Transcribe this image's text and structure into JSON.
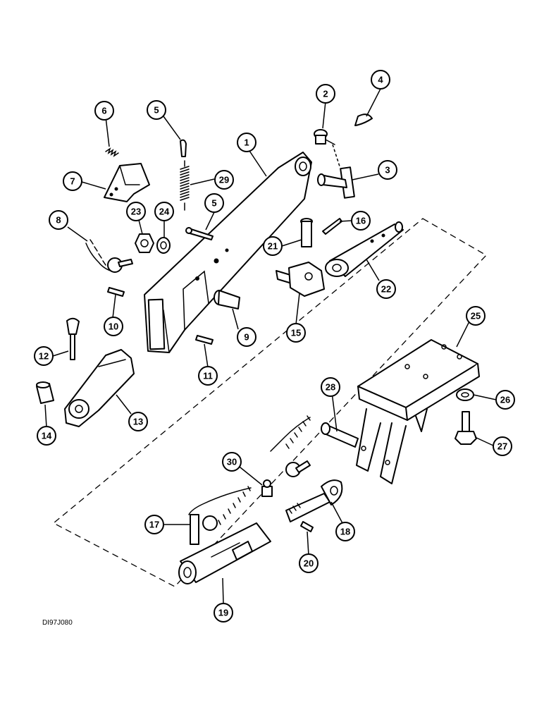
{
  "drawing_code": "DI97J080",
  "callouts": [
    {
      "id": "c1",
      "label": "1"
    },
    {
      "id": "c2",
      "label": "2"
    },
    {
      "id": "c3",
      "label": "3"
    },
    {
      "id": "c4",
      "label": "4"
    },
    {
      "id": "c5a",
      "label": "5"
    },
    {
      "id": "c5b",
      "label": "5"
    },
    {
      "id": "c6",
      "label": "6"
    },
    {
      "id": "c7",
      "label": "7"
    },
    {
      "id": "c8",
      "label": "8"
    },
    {
      "id": "c9",
      "label": "9"
    },
    {
      "id": "c10",
      "label": "10"
    },
    {
      "id": "c11",
      "label": "11"
    },
    {
      "id": "c12",
      "label": "12"
    },
    {
      "id": "c13",
      "label": "13"
    },
    {
      "id": "c14",
      "label": "14"
    },
    {
      "id": "c15",
      "label": "15"
    },
    {
      "id": "c16",
      "label": "16"
    },
    {
      "id": "c17",
      "label": "17"
    },
    {
      "id": "c18",
      "label": "18"
    },
    {
      "id": "c19",
      "label": "19"
    },
    {
      "id": "c20",
      "label": "20"
    },
    {
      "id": "c21",
      "label": "21"
    },
    {
      "id": "c22",
      "label": "22"
    },
    {
      "id": "c23",
      "label": "23"
    },
    {
      "id": "c24",
      "label": "24"
    },
    {
      "id": "c25",
      "label": "25"
    },
    {
      "id": "c26",
      "label": "26"
    },
    {
      "id": "c27",
      "label": "27"
    },
    {
      "id": "c28",
      "label": "28"
    },
    {
      "id": "c29",
      "label": "29"
    },
    {
      "id": "c30",
      "label": "30"
    }
  ]
}
